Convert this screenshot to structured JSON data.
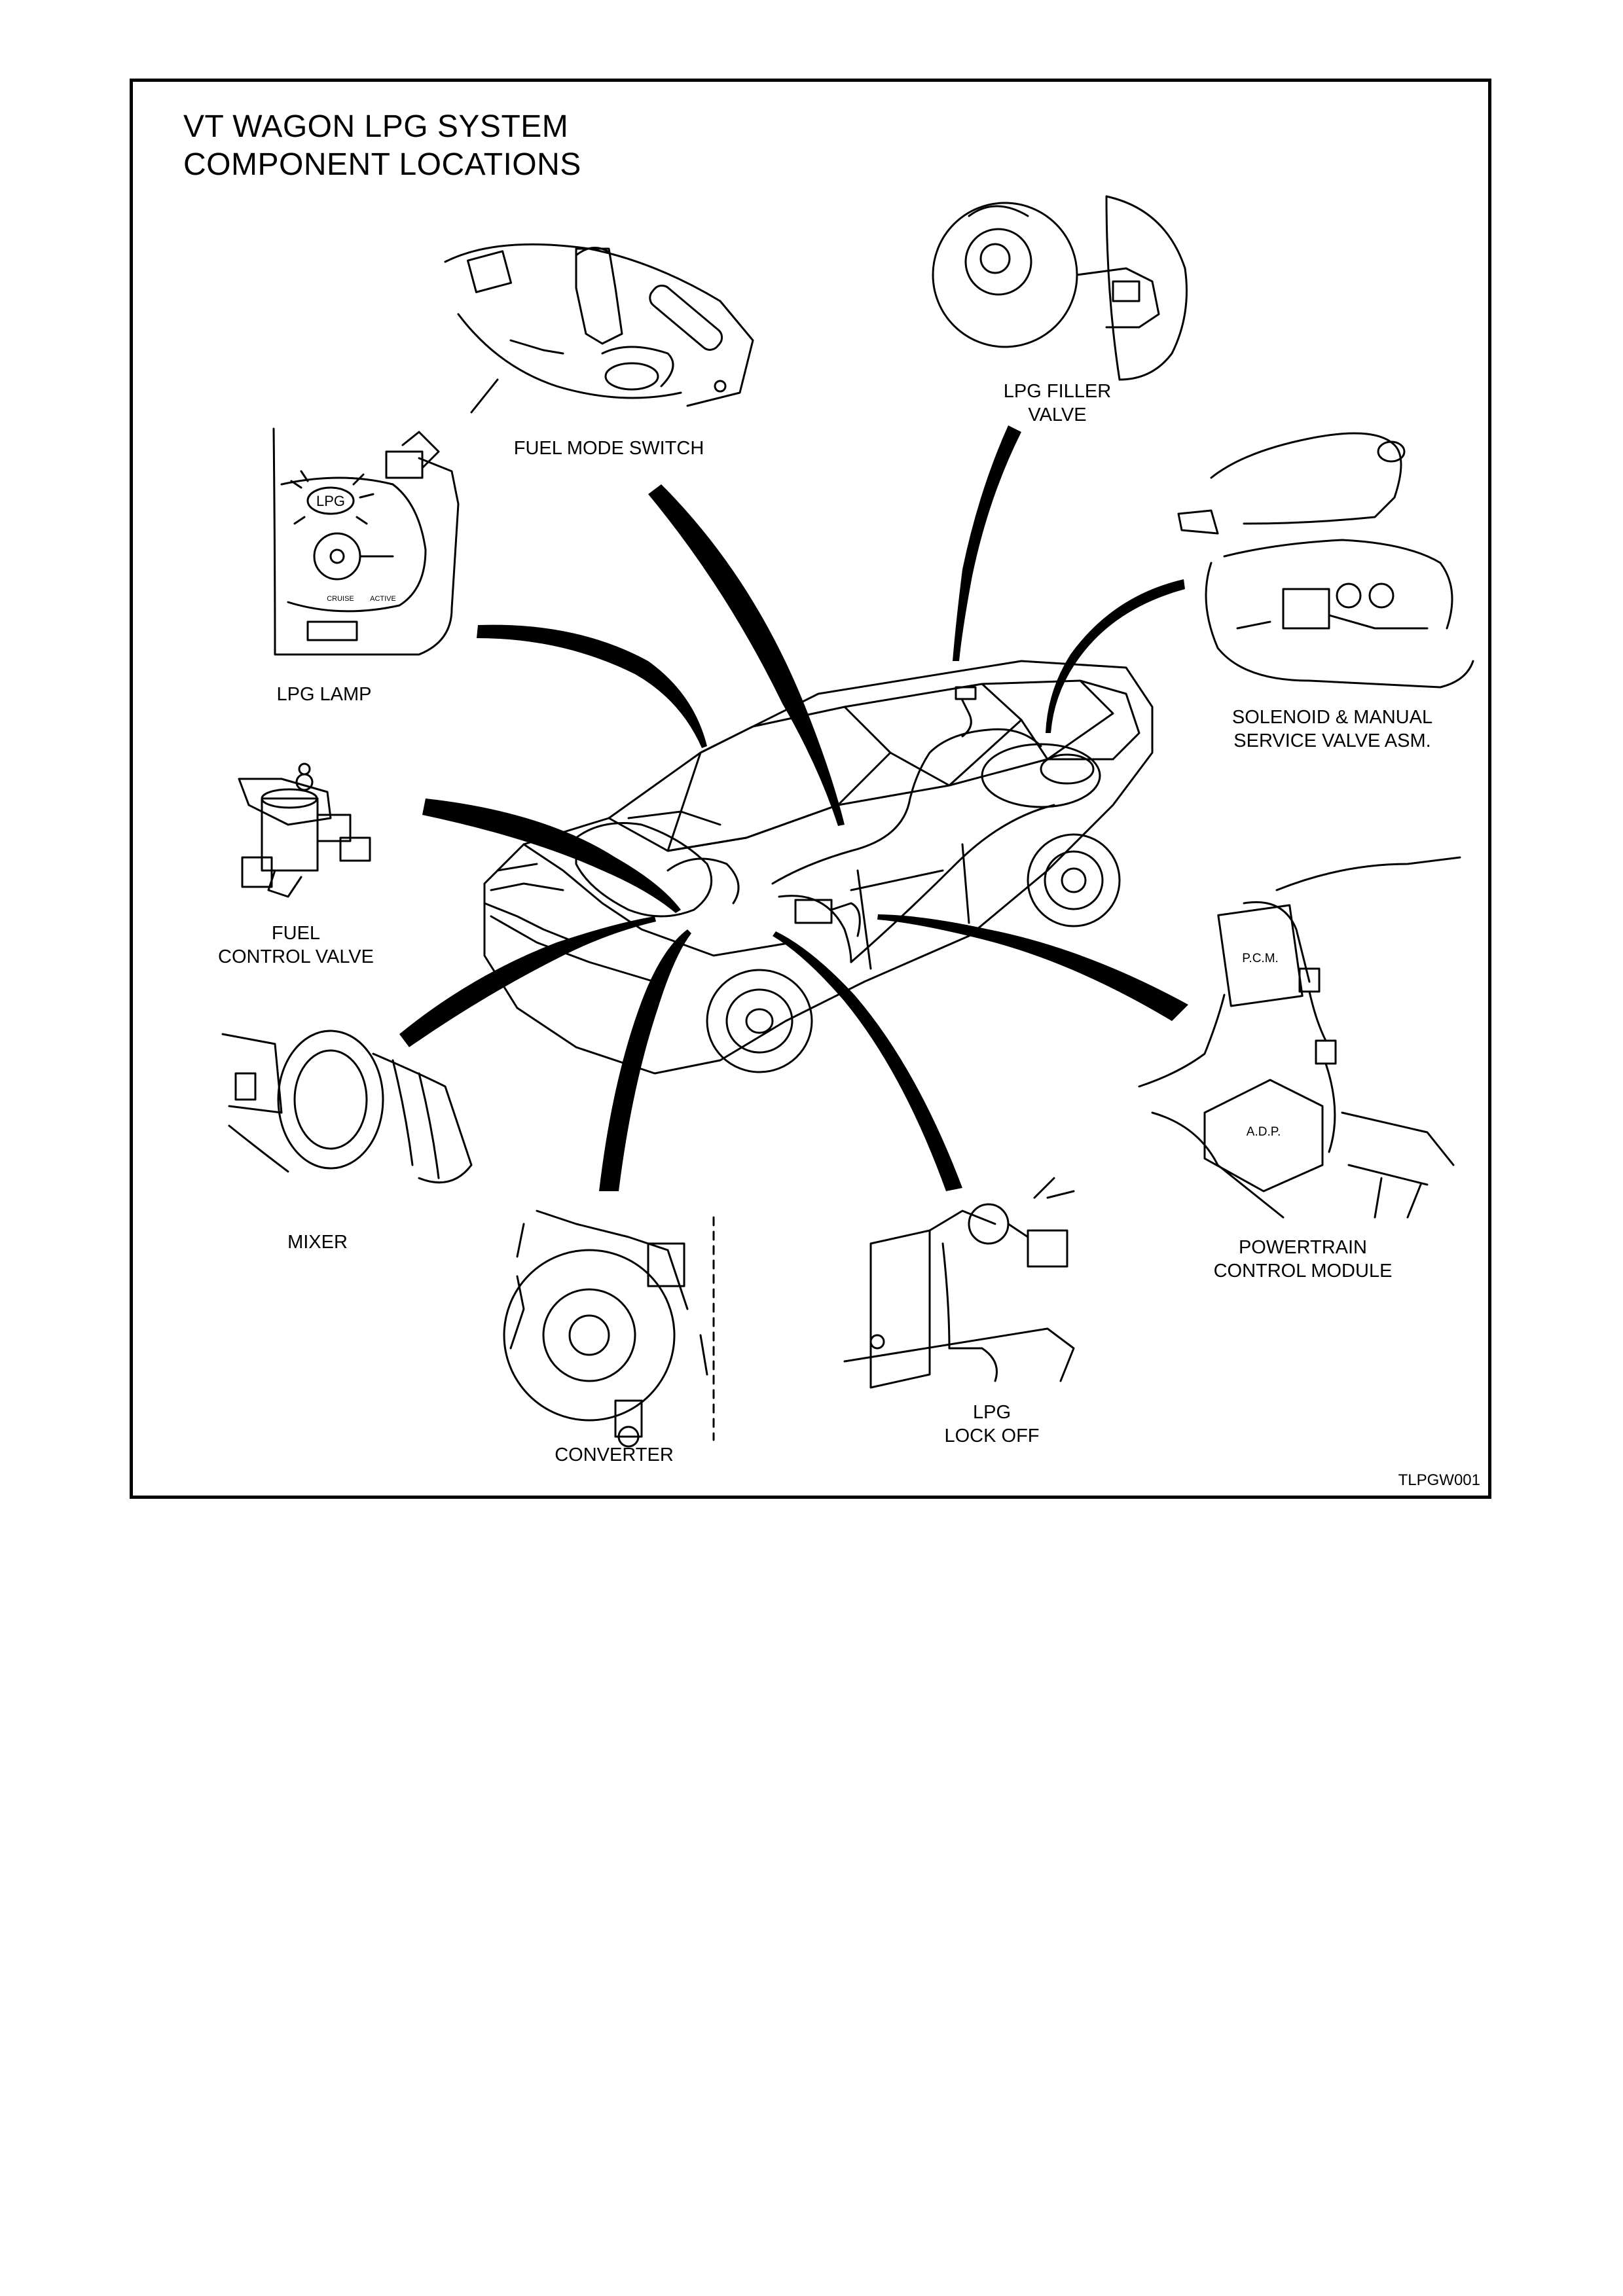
{
  "title": {
    "line1": "VT WAGON LPG SYSTEM",
    "line2": "COMPONENT LOCATIONS"
  },
  "labels": {
    "fuel_mode_switch": "FUEL MODE SWITCH",
    "lpg_filler_valve_1": "LPG FILLER",
    "lpg_filler_valve_2": "VALVE",
    "lpg_lamp": "LPG LAMP",
    "solenoid_1": "SOLENOID & MANUAL",
    "solenoid_2": "SERVICE VALVE ASM.",
    "fuel_control_valve_1": "FUEL",
    "fuel_control_valve_2": "CONTROL VALVE",
    "mixer": "MIXER",
    "converter": "CONVERTER",
    "lpg_lock_off_1": "LPG",
    "lpg_lock_off_2": "LOCK OFF",
    "pcm_1": "POWERTRAIN",
    "pcm_2": "CONTROL MODULE"
  },
  "inset_text": {
    "lpg_badge": "LPG",
    "cruise": "CRUISE",
    "active": "ACTIVE",
    "pcm_box": "P.C.M.",
    "adp_box": "A.D.P."
  },
  "figure_ref": "TLPGW001"
}
